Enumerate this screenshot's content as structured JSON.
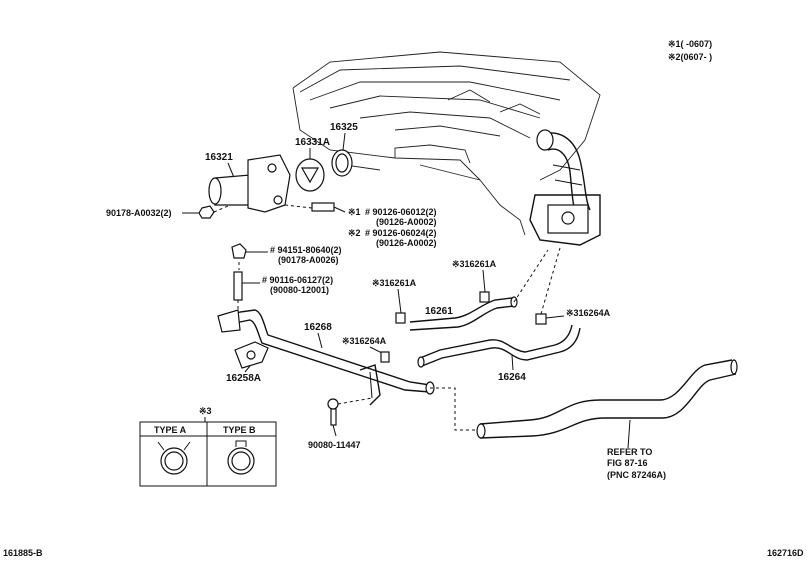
{
  "legend": {
    "note1": "※1(       -0607)",
    "note2": "※2(0607-       )"
  },
  "parts": {
    "p16321": "16321",
    "p16331A": "16331A",
    "p16325": "16325",
    "p90178_a0032": "90178-A0032(2)",
    "note1_label": "※1",
    "n1a": "# 90126-06012(2)",
    "n1b": "(90126-A0002)",
    "note2_label": "※2",
    "n2a": "# 90126-06024(2)",
    "n2b": "(90126-A0002)",
    "p94151a": "# 94151-80640(2)",
    "p94151b": "(90178-A0026)",
    "p90116a": "# 90116-06127(2)",
    "p90116b": "(90080-12001)",
    "p16268": "16268",
    "p16258A": "16258A",
    "p16264A_left": "※316264A",
    "p16261A_left": "※316261A",
    "p16261A_top": "※316261A",
    "p16261": "16261",
    "p16264A_right": "※316264A",
    "p16264": "16264",
    "p90080_11447": "90080-11447"
  },
  "types": {
    "header": "※3",
    "type_a": "TYPE A",
    "type_b": "TYPE B"
  },
  "refer": {
    "line1": "REFER TO",
    "line2": "FIG 87-16",
    "line3": "(PNC 87246A)"
  },
  "footer": {
    "left": "161885-B",
    "right": "162716D"
  }
}
